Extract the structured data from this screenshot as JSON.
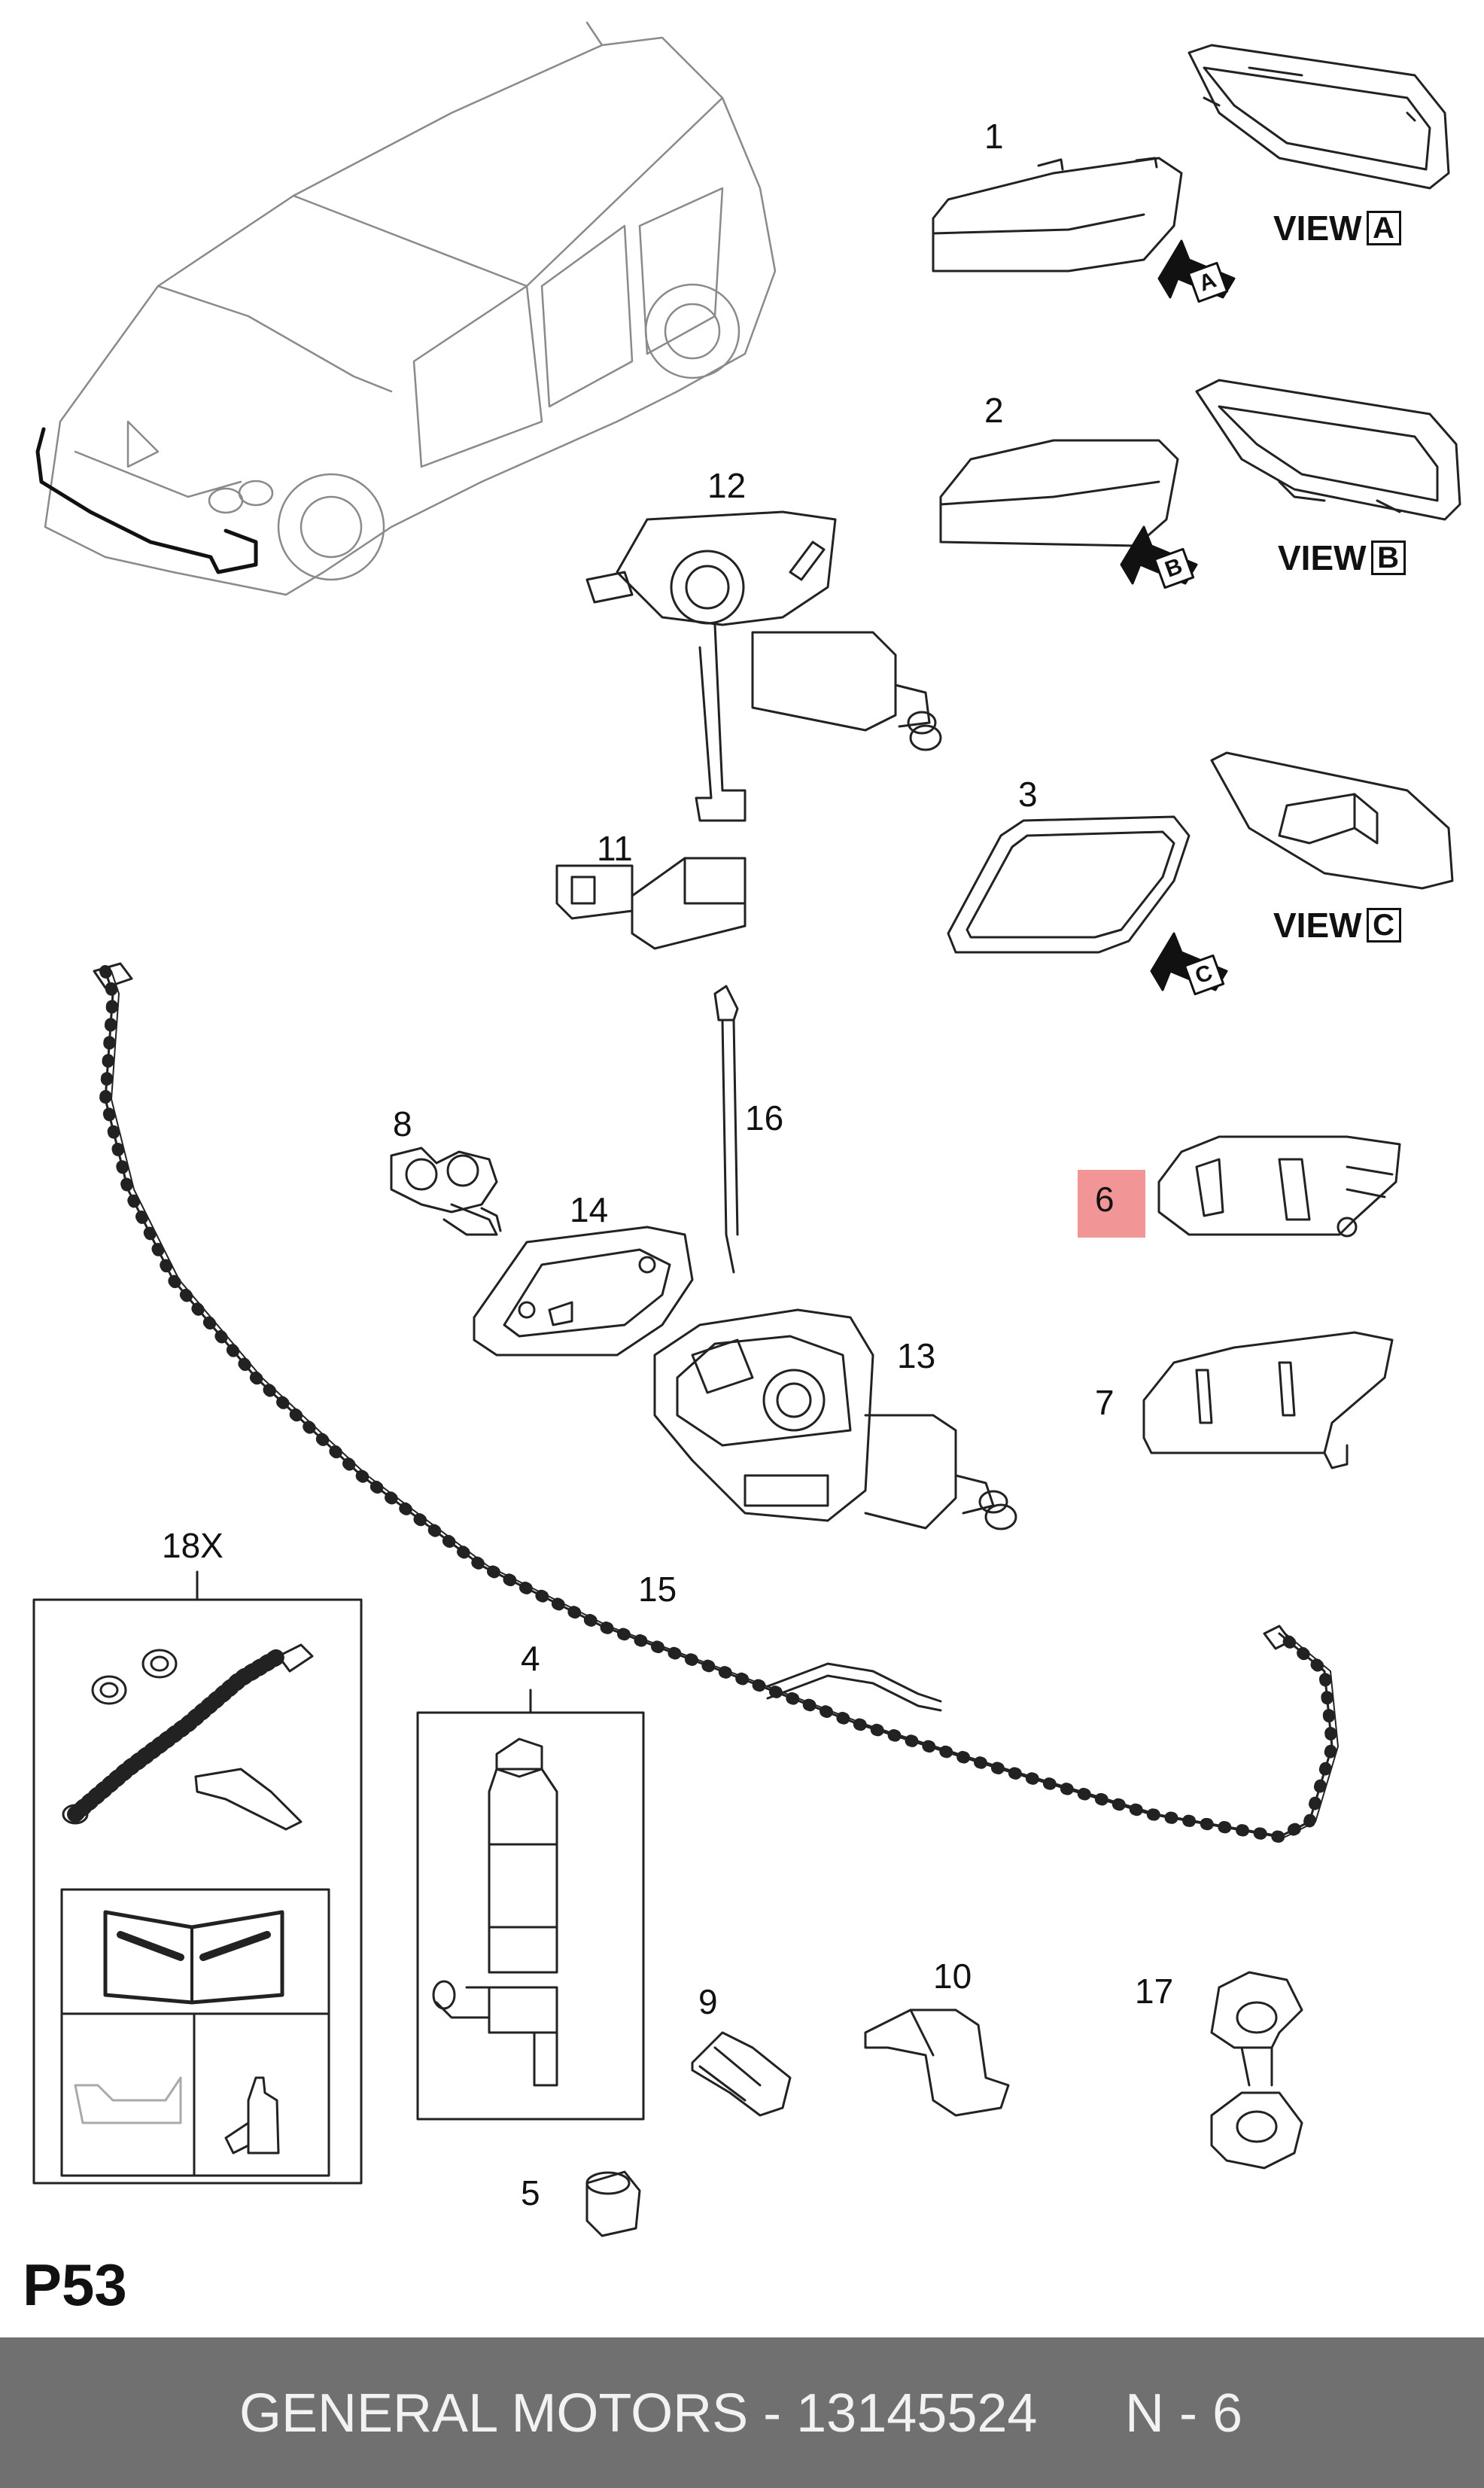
{
  "labels": {
    "p1": "1",
    "p2": "2",
    "p3": "3",
    "p4": "4",
    "p5": "5",
    "p6": "6",
    "p7": "7",
    "p8": "8",
    "p9": "9",
    "p10": "10",
    "p11": "11",
    "p12": "12",
    "p13": "13",
    "p14": "14",
    "p15": "15",
    "p16": "16",
    "p17": "17",
    "p18": "18X"
  },
  "views": {
    "a": {
      "prefix": "VIEW",
      "letter": "A"
    },
    "b": {
      "prefix": "VIEW",
      "letter": "B"
    },
    "c": {
      "prefix": "VIEW",
      "letter": "C"
    }
  },
  "arrows": {
    "a": "A",
    "b": "B",
    "c": "C"
  },
  "highlight": {
    "part": "6",
    "color": "#f08a8c"
  },
  "page_id": "P53",
  "footer": {
    "title": "GENERAL MOTORS - 13145524",
    "page": "N - 6",
    "background": "#707070"
  }
}
